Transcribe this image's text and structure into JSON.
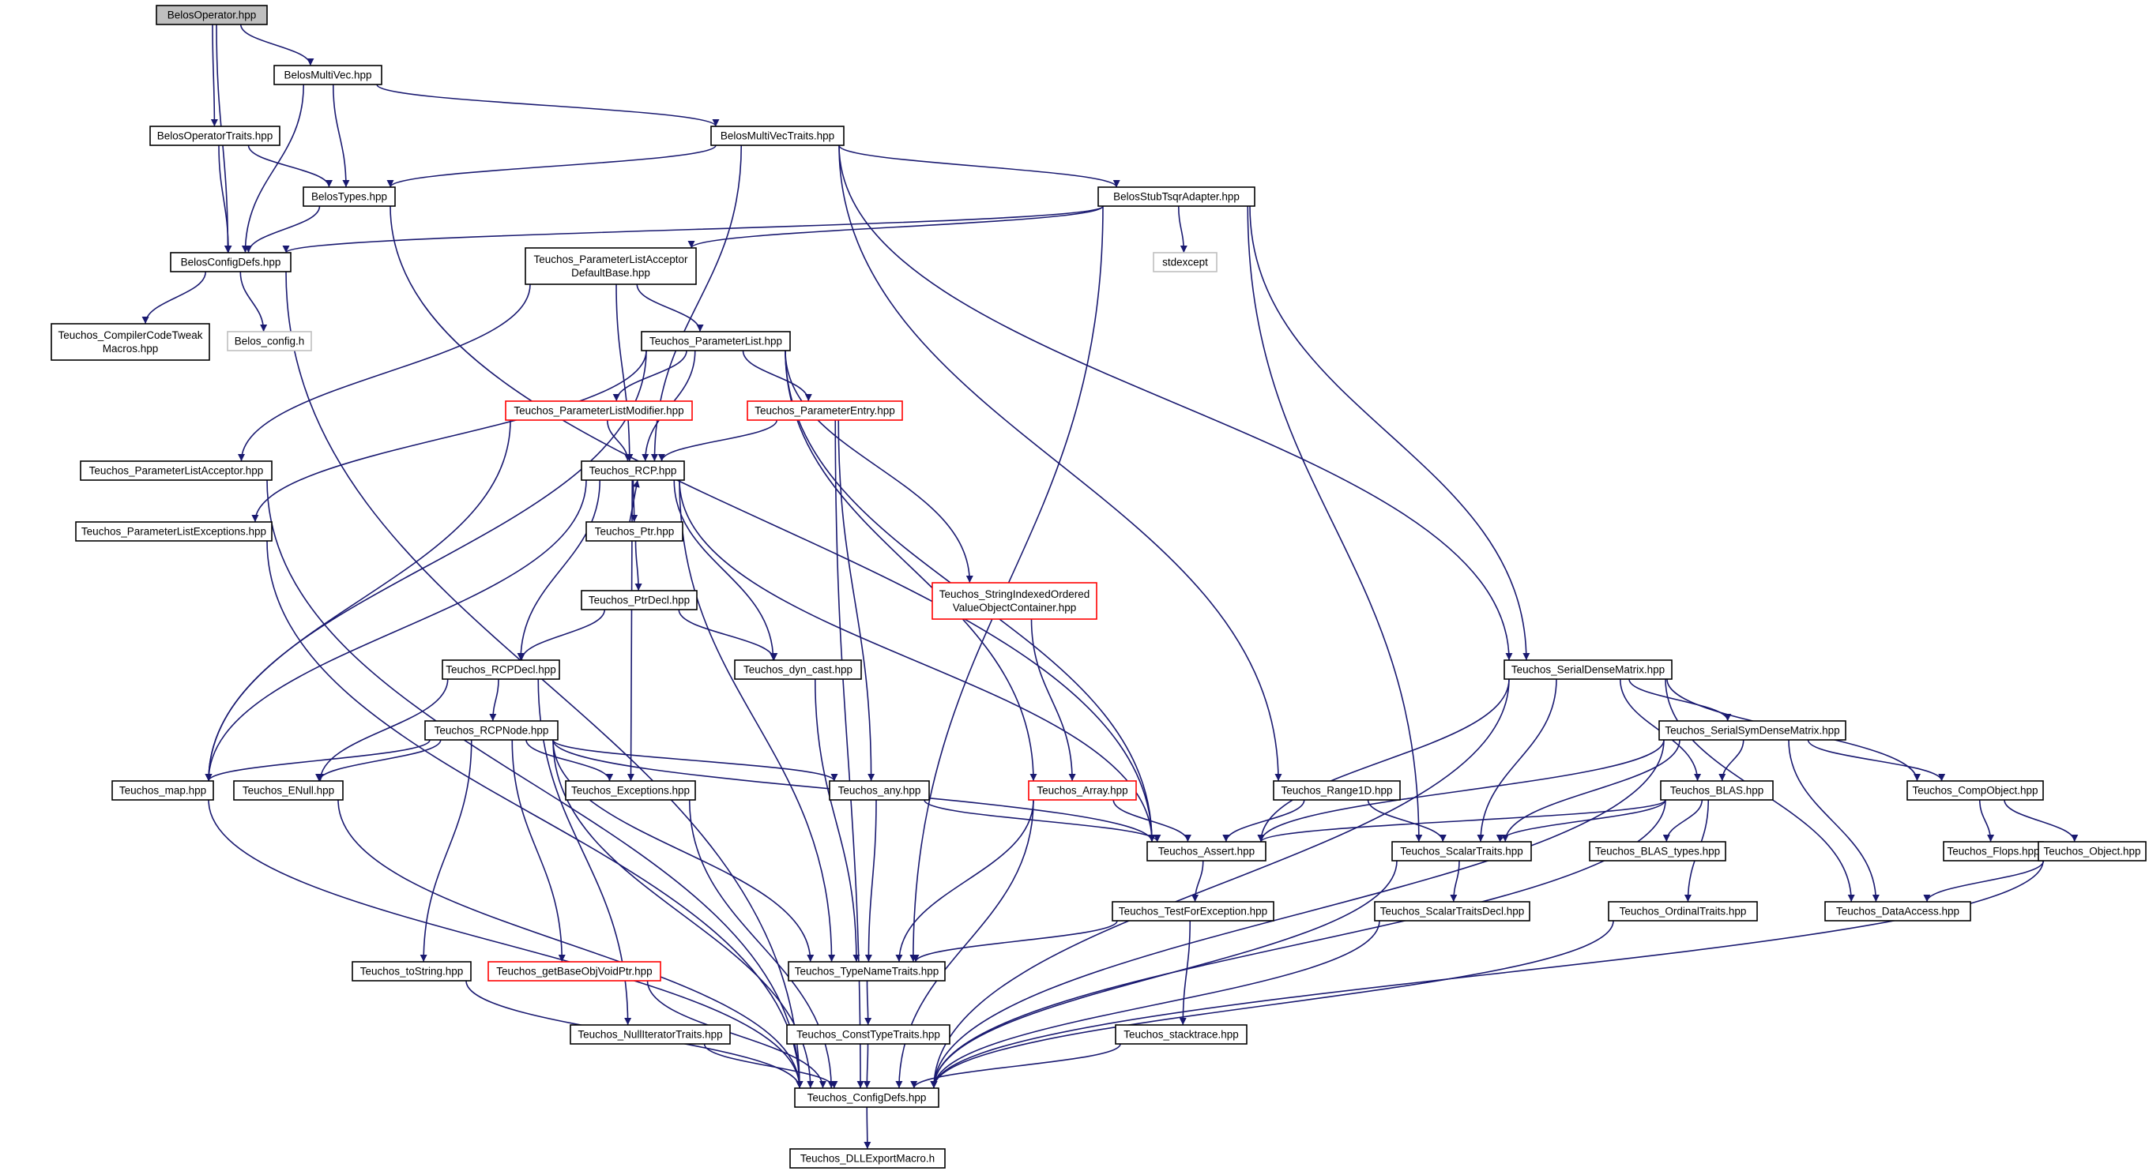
{
  "graph": {
    "edge_color": "#191970",
    "node_border_color": "#000000",
    "incomplete_node_border_color": "#ff0000",
    "external_node_border_color": "#bfbfbf",
    "root_fill_color": "#bfbfbf",
    "nodes": [
      {
        "id": "BelosOperator",
        "lines": [
          "BelosOperator.hpp"
        ],
        "style": "root"
      },
      {
        "id": "BelosMultiVec",
        "lines": [
          "BelosMultiVec.hpp"
        ],
        "style": "normal"
      },
      {
        "id": "BelosOperatorTraits",
        "lines": [
          "BelosOperatorTraits.hpp"
        ],
        "style": "normal"
      },
      {
        "id": "BelosMultiVecTraits",
        "lines": [
          "BelosMultiVecTraits.hpp"
        ],
        "style": "normal"
      },
      {
        "id": "BelosTypes",
        "lines": [
          "BelosTypes.hpp"
        ],
        "style": "normal"
      },
      {
        "id": "BelosStubTsqrAdapter",
        "lines": [
          "BelosStubTsqrAdapter.hpp"
        ],
        "style": "normal"
      },
      {
        "id": "BelosConfigDefs",
        "lines": [
          "BelosConfigDefs.hpp"
        ],
        "style": "normal"
      },
      {
        "id": "PLADB",
        "lines": [
          "Teuchos_ParameterListAcceptor",
          "DefaultBase.hpp"
        ],
        "style": "normal"
      },
      {
        "id": "stdexcept",
        "lines": [
          "stdexcept"
        ],
        "style": "external"
      },
      {
        "id": "CompilerCodeTweak",
        "lines": [
          "Teuchos_CompilerCodeTweak",
          "Macros.hpp"
        ],
        "style": "normal"
      },
      {
        "id": "Belos_config",
        "lines": [
          "Belos_config.h"
        ],
        "style": "external"
      },
      {
        "id": "ParameterList",
        "lines": [
          "Teuchos_ParameterList.hpp"
        ],
        "style": "normal"
      },
      {
        "id": "PLModifier",
        "lines": [
          "Teuchos_ParameterListModifier.hpp"
        ],
        "style": "incomplete"
      },
      {
        "id": "ParameterEntry",
        "lines": [
          "Teuchos_ParameterEntry.hpp"
        ],
        "style": "incomplete"
      },
      {
        "id": "PLAcceptor",
        "lines": [
          "Teuchos_ParameterListAcceptor.hpp"
        ],
        "style": "normal"
      },
      {
        "id": "RCP",
        "lines": [
          "Teuchos_RCP.hpp"
        ],
        "style": "normal"
      },
      {
        "id": "PLExceptions",
        "lines": [
          "Teuchos_ParameterListExceptions.hpp"
        ],
        "style": "normal"
      },
      {
        "id": "Ptr",
        "lines": [
          "Teuchos_Ptr.hpp"
        ],
        "style": "normal"
      },
      {
        "id": "SIOVOC",
        "lines": [
          "Teuchos_StringIndexedOrdered",
          "ValueObjectContainer.hpp"
        ],
        "style": "incomplete"
      },
      {
        "id": "PtrDecl",
        "lines": [
          "Teuchos_PtrDecl.hpp"
        ],
        "style": "normal"
      },
      {
        "id": "RCPDecl",
        "lines": [
          "Teuchos_RCPDecl.hpp"
        ],
        "style": "normal"
      },
      {
        "id": "dyn_cast",
        "lines": [
          "Teuchos_dyn_cast.hpp"
        ],
        "style": "normal"
      },
      {
        "id": "SerialDenseMatrix",
        "lines": [
          "Teuchos_SerialDenseMatrix.hpp"
        ],
        "style": "normal"
      },
      {
        "id": "RCPNode",
        "lines": [
          "Teuchos_RCPNode.hpp"
        ],
        "style": "normal"
      },
      {
        "id": "SerialSymDenseMatrix",
        "lines": [
          "Teuchos_SerialSymDenseMatrix.hpp"
        ],
        "style": "normal"
      },
      {
        "id": "map",
        "lines": [
          "Teuchos_map.hpp"
        ],
        "style": "normal"
      },
      {
        "id": "ENull",
        "lines": [
          "Teuchos_ENull.hpp"
        ],
        "style": "normal"
      },
      {
        "id": "Exceptions",
        "lines": [
          "Teuchos_Exceptions.hpp"
        ],
        "style": "normal"
      },
      {
        "id": "any",
        "lines": [
          "Teuchos_any.hpp"
        ],
        "style": "normal"
      },
      {
        "id": "Array",
        "lines": [
          "Teuchos_Array.hpp"
        ],
        "style": "incomplete"
      },
      {
        "id": "Range1D",
        "lines": [
          "Teuchos_Range1D.hpp"
        ],
        "style": "normal"
      },
      {
        "id": "BLAS",
        "lines": [
          "Teuchos_BLAS.hpp"
        ],
        "style": "normal"
      },
      {
        "id": "CompObject",
        "lines": [
          "Teuchos_CompObject.hpp"
        ],
        "style": "normal"
      },
      {
        "id": "Assert",
        "lines": [
          "Teuchos_Assert.hpp"
        ],
        "style": "normal"
      },
      {
        "id": "ScalarTraits",
        "lines": [
          "Teuchos_ScalarTraits.hpp"
        ],
        "style": "normal"
      },
      {
        "id": "BLAS_types",
        "lines": [
          "Teuchos_BLAS_types.hpp"
        ],
        "style": "normal"
      },
      {
        "id": "Flops",
        "lines": [
          "Teuchos_Flops.hpp"
        ],
        "style": "normal"
      },
      {
        "id": "Object",
        "lines": [
          "Teuchos_Object.hpp"
        ],
        "style": "normal"
      },
      {
        "id": "TestForException",
        "lines": [
          "Teuchos_TestForException.hpp"
        ],
        "style": "normal"
      },
      {
        "id": "ScalarTraitsDecl",
        "lines": [
          "Teuchos_ScalarTraitsDecl.hpp"
        ],
        "style": "normal"
      },
      {
        "id": "OrdinalTraits",
        "lines": [
          "Teuchos_OrdinalTraits.hpp"
        ],
        "style": "normal"
      },
      {
        "id": "DataAccess",
        "lines": [
          "Teuchos_DataAccess.hpp"
        ],
        "style": "normal"
      },
      {
        "id": "toString",
        "lines": [
          "Teuchos_toString.hpp"
        ],
        "style": "normal"
      },
      {
        "id": "getBaseObjVoidPtr",
        "lines": [
          "Teuchos_getBaseObjVoidPtr.hpp"
        ],
        "style": "incomplete"
      },
      {
        "id": "TypeNameTraits",
        "lines": [
          "Teuchos_TypeNameTraits.hpp"
        ],
        "style": "normal"
      },
      {
        "id": "NullIteratorTraits",
        "lines": [
          "Teuchos_NullIteratorTraits.hpp"
        ],
        "style": "normal"
      },
      {
        "id": "ConstTypeTraits",
        "lines": [
          "Teuchos_ConstTypeTraits.hpp"
        ],
        "style": "normal"
      },
      {
        "id": "stacktrace",
        "lines": [
          "Teuchos_stacktrace.hpp"
        ],
        "style": "normal"
      },
      {
        "id": "ConfigDefs",
        "lines": [
          "Teuchos_ConfigDefs.hpp"
        ],
        "style": "normal"
      },
      {
        "id": "DLLExportMacro",
        "lines": [
          "Teuchos_DLLExportMacro.h"
        ],
        "style": "normal"
      }
    ],
    "edges": [
      [
        "BelosOperator",
        "BelosMultiVec"
      ],
      [
        "BelosOperator",
        "BelosOperatorTraits"
      ],
      [
        "BelosOperator",
        "BelosConfigDefs"
      ],
      [
        "BelosMultiVec",
        "BelosMultiVecTraits"
      ],
      [
        "BelosMultiVec",
        "BelosTypes"
      ],
      [
        "BelosMultiVec",
        "BelosConfigDefs"
      ],
      [
        "BelosOperatorTraits",
        "BelosTypes"
      ],
      [
        "BelosOperatorTraits",
        "BelosConfigDefs"
      ],
      [
        "BelosMultiVecTraits",
        "BelosTypes"
      ],
      [
        "BelosMultiVecTraits",
        "BelosStubTsqrAdapter"
      ],
      [
        "BelosMultiVecTraits",
        "RCP"
      ],
      [
        "BelosMultiVecTraits",
        "Range1D"
      ],
      [
        "BelosMultiVecTraits",
        "SerialDenseMatrix"
      ],
      [
        "BelosTypes",
        "BelosConfigDefs"
      ],
      [
        "BelosTypes",
        "Assert"
      ],
      [
        "BelosStubTsqrAdapter",
        "BelosConfigDefs"
      ],
      [
        "BelosStubTsqrAdapter",
        "PLADB"
      ],
      [
        "BelosStubTsqrAdapter",
        "stdexcept"
      ],
      [
        "BelosStubTsqrAdapter",
        "SerialDenseMatrix"
      ],
      [
        "BelosStubTsqrAdapter",
        "ScalarTraits"
      ],
      [
        "BelosStubTsqrAdapter",
        "TypeNameTraits"
      ],
      [
        "BelosConfigDefs",
        "CompilerCodeTweak"
      ],
      [
        "BelosConfigDefs",
        "Belos_config"
      ],
      [
        "BelosConfigDefs",
        "ConfigDefs"
      ],
      [
        "PLADB",
        "ParameterList"
      ],
      [
        "PLADB",
        "PLAcceptor"
      ],
      [
        "PLADB",
        "RCP"
      ],
      [
        "ParameterList",
        "PLModifier"
      ],
      [
        "ParameterList",
        "ParameterEntry"
      ],
      [
        "ParameterList",
        "PLExceptions"
      ],
      [
        "ParameterList",
        "RCP"
      ],
      [
        "ParameterList",
        "SIOVOC"
      ],
      [
        "ParameterList",
        "map"
      ],
      [
        "ParameterList",
        "Array"
      ],
      [
        "ParameterList",
        "Assert"
      ],
      [
        "PLModifier",
        "RCP"
      ],
      [
        "PLModifier",
        "map"
      ],
      [
        "ParameterEntry",
        "RCP"
      ],
      [
        "ParameterEntry",
        "any"
      ],
      [
        "ParameterEntry",
        "ConfigDefs"
      ],
      [
        "PLAcceptor",
        "ConfigDefs"
      ],
      [
        "PLExceptions",
        "ConfigDefs"
      ],
      [
        "RCP",
        "Ptr"
      ],
      [
        "RCP",
        "RCPDecl"
      ],
      [
        "RCP",
        "dyn_cast"
      ],
      [
        "RCP",
        "map"
      ],
      [
        "RCP",
        "Exceptions"
      ],
      [
        "RCP",
        "TypeNameTraits"
      ],
      [
        "RCP",
        "Assert"
      ],
      [
        "Ptr",
        "RCP"
      ],
      [
        "Ptr",
        "PtrDecl"
      ],
      [
        "PtrDecl",
        "RCPDecl"
      ],
      [
        "PtrDecl",
        "dyn_cast"
      ],
      [
        "SIOVOC",
        "Array"
      ],
      [
        "RCPDecl",
        "RCPNode"
      ],
      [
        "RCPDecl",
        "ENull"
      ],
      [
        "RCPDecl",
        "NullIteratorTraits"
      ],
      [
        "dyn_cast",
        "TypeNameTraits"
      ],
      [
        "RCPNode",
        "map"
      ],
      [
        "RCPNode",
        "ENull"
      ],
      [
        "RCPNode",
        "Exceptions"
      ],
      [
        "RCPNode",
        "any"
      ],
      [
        "RCPNode",
        "Assert"
      ],
      [
        "RCPNode",
        "toString"
      ],
      [
        "RCPNode",
        "getBaseObjVoidPtr"
      ],
      [
        "RCPNode",
        "TypeNameTraits"
      ],
      [
        "RCPNode",
        "ConfigDefs"
      ],
      [
        "SerialDenseMatrix",
        "SerialSymDenseMatrix"
      ],
      [
        "SerialDenseMatrix",
        "BLAS"
      ],
      [
        "SerialDenseMatrix",
        "CompObject"
      ],
      [
        "SerialDenseMatrix",
        "Assert"
      ],
      [
        "SerialDenseMatrix",
        "ScalarTraits"
      ],
      [
        "SerialDenseMatrix",
        "DataAccess"
      ],
      [
        "SerialDenseMatrix",
        "ConfigDefs"
      ],
      [
        "SerialSymDenseMatrix",
        "BLAS"
      ],
      [
        "SerialSymDenseMatrix",
        "CompObject"
      ],
      [
        "SerialSymDenseMatrix",
        "Assert"
      ],
      [
        "SerialSymDenseMatrix",
        "ScalarTraits"
      ],
      [
        "SerialSymDenseMatrix",
        "DataAccess"
      ],
      [
        "SerialSymDenseMatrix",
        "ConfigDefs"
      ],
      [
        "map",
        "ConfigDefs"
      ],
      [
        "ENull",
        "ConfigDefs"
      ],
      [
        "Exceptions",
        "ConfigDefs"
      ],
      [
        "any",
        "Assert"
      ],
      [
        "any",
        "TypeNameTraits"
      ],
      [
        "Array",
        "Assert"
      ],
      [
        "Array",
        "TypeNameTraits"
      ],
      [
        "Array",
        "ConfigDefs"
      ],
      [
        "Range1D",
        "Assert"
      ],
      [
        "Range1D",
        "ScalarTraits"
      ],
      [
        "BLAS",
        "Assert"
      ],
      [
        "BLAS",
        "ScalarTraits"
      ],
      [
        "BLAS",
        "BLAS_types"
      ],
      [
        "BLAS",
        "OrdinalTraits"
      ],
      [
        "BLAS",
        "ConfigDefs"
      ],
      [
        "CompObject",
        "Flops"
      ],
      [
        "CompObject",
        "Object"
      ],
      [
        "Object",
        "DataAccess"
      ],
      [
        "Object",
        "ConfigDefs"
      ],
      [
        "Assert",
        "TestForException"
      ],
      [
        "ScalarTraits",
        "ScalarTraitsDecl"
      ],
      [
        "ScalarTraits",
        "ConfigDefs"
      ],
      [
        "TestForException",
        "TypeNameTraits"
      ],
      [
        "TestForException",
        "stacktrace"
      ],
      [
        "ScalarTraitsDecl",
        "ConfigDefs"
      ],
      [
        "OrdinalTraits",
        "ConfigDefs"
      ],
      [
        "toString",
        "ConfigDefs"
      ],
      [
        "getBaseObjVoidPtr",
        "ConfigDefs"
      ],
      [
        "TypeNameTraits",
        "ConstTypeTraits"
      ],
      [
        "NullIteratorTraits",
        "ConfigDefs"
      ],
      [
        "ConstTypeTraits",
        "ConfigDefs"
      ],
      [
        "stacktrace",
        "ConfigDefs"
      ],
      [
        "ConfigDefs",
        "DLLExportMacro"
      ]
    ]
  }
}
